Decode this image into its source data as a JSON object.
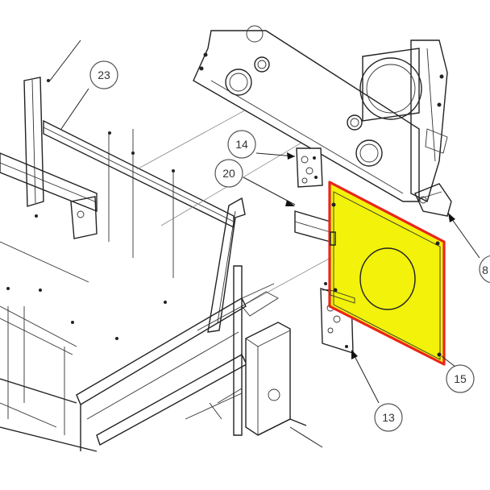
{
  "diagram": {
    "highlight": {
      "part": "15",
      "fill_color": "#f2f20a",
      "border_color": "#e8261c"
    },
    "callouts": [
      {
        "id": "callout-23",
        "label": "23"
      },
      {
        "id": "callout-14",
        "label": "14"
      },
      {
        "id": "callout-20",
        "label": "20"
      },
      {
        "id": "callout-8",
        "label": "8"
      },
      {
        "id": "callout-15",
        "label": "15"
      },
      {
        "id": "callout-13",
        "label": "13"
      }
    ]
  }
}
